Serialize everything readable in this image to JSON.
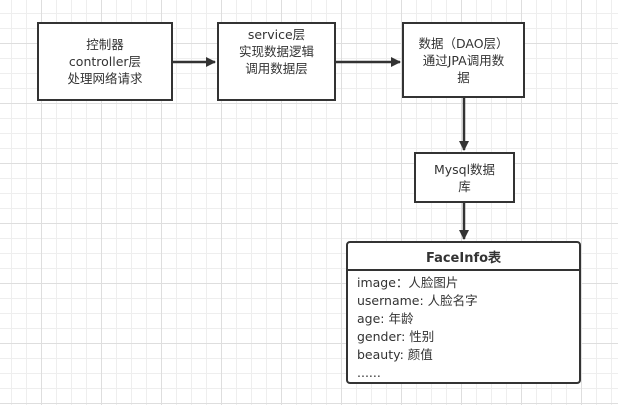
{
  "diagram": {
    "nodes": {
      "controller": {
        "lines": [
          "控制器",
          "controller层",
          "处理网络请求"
        ]
      },
      "service": {
        "lines": [
          "service层",
          "实现数据逻辑",
          "调用数据层"
        ]
      },
      "dao": {
        "lines": [
          "数据（DAO层）",
          "通过JPA调用数",
          "据"
        ]
      },
      "mysql": {
        "lines": [
          "Mysql数据",
          "库"
        ]
      }
    },
    "table": {
      "title": "FaceInfo表",
      "fields": [
        "image：人脸图片",
        "username: 人脸名字",
        "age: 年龄",
        "gender: 性别",
        "beauty: 颜值",
        "......"
      ]
    },
    "edges": [
      {
        "from": "controller",
        "to": "service"
      },
      {
        "from": "service",
        "to": "dao"
      },
      {
        "from": "dao",
        "to": "mysql"
      },
      {
        "from": "mysql",
        "to": "table"
      }
    ],
    "colors": {
      "stroke": "#333333",
      "grid": "#eeeeee",
      "background": "#ffffff"
    }
  }
}
